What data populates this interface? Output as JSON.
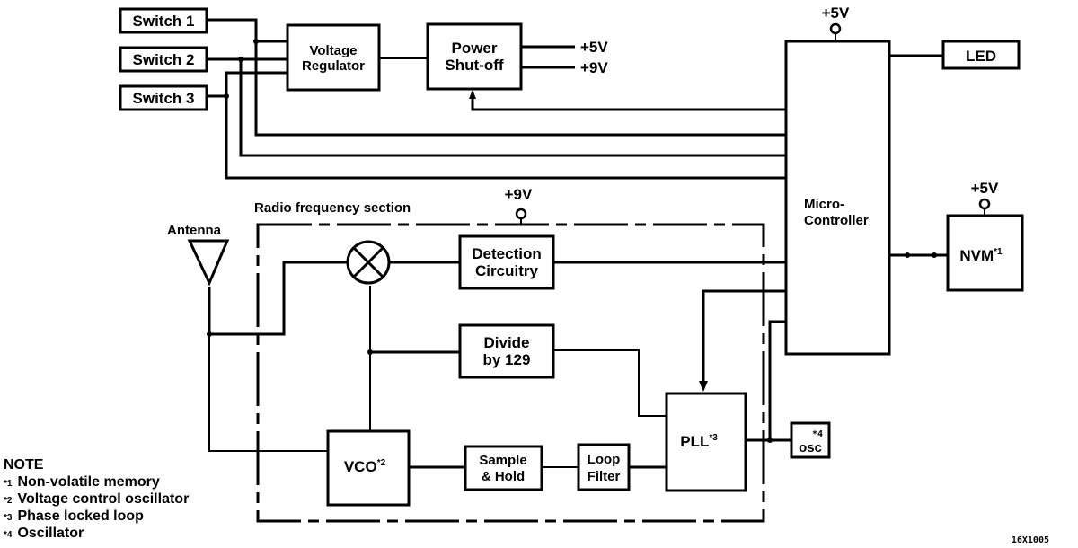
{
  "blocks": {
    "switch1": "Switch 1",
    "switch2": "Switch 2",
    "switch3": "Switch 3",
    "voltage_regulator": [
      "Voltage",
      "Regulator"
    ],
    "power_shutoff": [
      "Power",
      "Shut-off"
    ],
    "microcontroller": [
      "Micro-",
      "Controller"
    ],
    "led": "LED",
    "nvm": {
      "label": "NVM",
      "note_ref": "*1"
    },
    "detection": [
      "Detection",
      "Circuitry"
    ],
    "divide": [
      "Divide",
      "by 129"
    ],
    "pll": {
      "label": "PLL",
      "note_ref": "*3"
    },
    "vco": {
      "label": "VCO",
      "note_ref": "*2"
    },
    "sample_hold": [
      "Sample",
      "& Hold"
    ],
    "loop_filter": [
      "Loop",
      "Filter"
    ],
    "osc": {
      "label": "osc",
      "note_ref": "*4"
    },
    "antenna": "Antenna"
  },
  "supplies": {
    "out_5v": "+5V",
    "out_9v": "+9V",
    "mcu_supply": "+5V",
    "nvm_supply": "+5V",
    "rf_supply": "+9V"
  },
  "section_label": "Radio frequency section",
  "notes": {
    "title": "NOTE",
    "items": [
      {
        "ref": "*1",
        "text": "Non-volatile memory"
      },
      {
        "ref": "*2",
        "text": "Voltage control oscillator"
      },
      {
        "ref": "*3",
        "text": "Phase locked loop"
      },
      {
        "ref": "*4",
        "text": "Oscillator"
      }
    ]
  },
  "figure_ref": "16X1005"
}
